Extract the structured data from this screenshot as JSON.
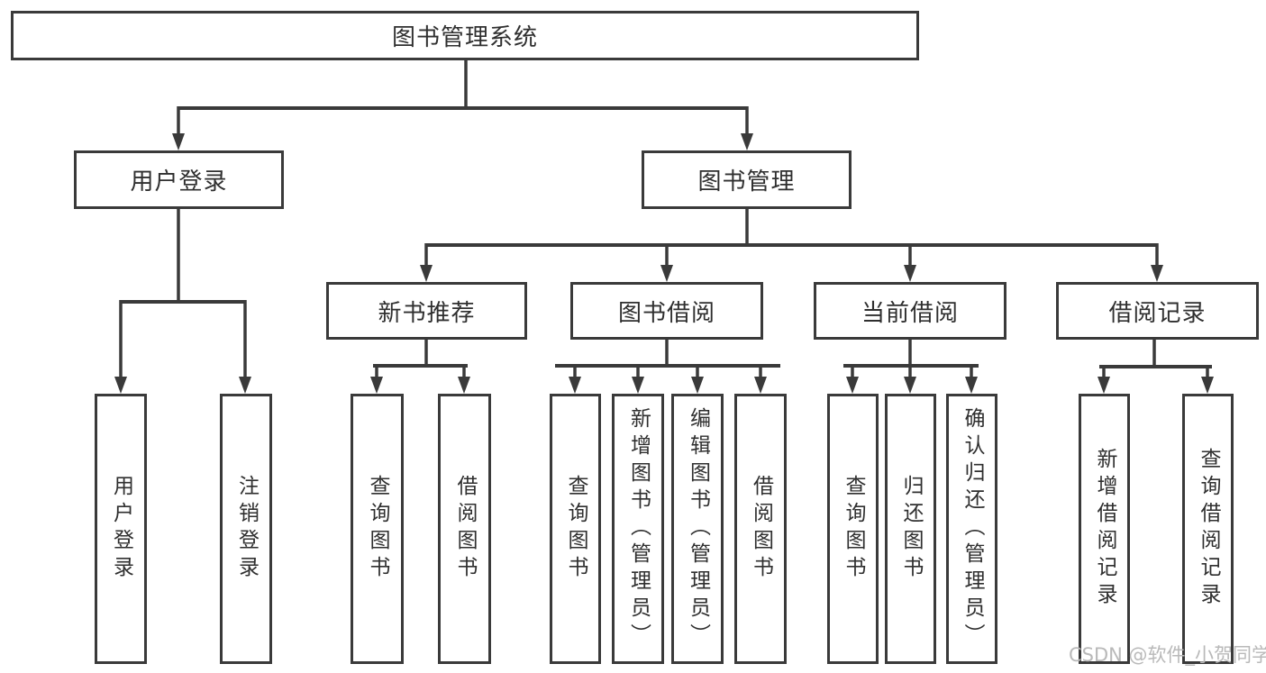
{
  "diagram_title": "图书管理系统",
  "watermark": "CSDN @软件_小贺同学",
  "colors": {
    "line": "#3a3a3a",
    "text": "#2f2f2f",
    "box_fill": "#ffffff",
    "background": "#ffffff",
    "watermark": "#b9b9b9"
  },
  "tree": {
    "root": {
      "label": "图书管理系统"
    },
    "branches": [
      {
        "label": "用户登录",
        "children": [
          {
            "label": "用户登录"
          },
          {
            "label": "注销登录"
          }
        ]
      },
      {
        "label": "图书管理",
        "children": [
          {
            "label": "新书推荐",
            "children": [
              {
                "label": "查询图书"
              },
              {
                "label": "借阅图书"
              }
            ]
          },
          {
            "label": "图书借阅",
            "children": [
              {
                "label": "查询图书"
              },
              {
                "label": "新增图书（管理员）"
              },
              {
                "label": "编辑图书（管理员）"
              },
              {
                "label": "借阅图书"
              }
            ]
          },
          {
            "label": "当前借阅",
            "children": [
              {
                "label": "查询图书"
              },
              {
                "label": "归还图书"
              },
              {
                "label": "确认归还（管理员）"
              }
            ]
          },
          {
            "label": "借阅记录",
            "children": [
              {
                "label": "新增借阅记录"
              },
              {
                "label": "查询借阅记录"
              }
            ]
          }
        ]
      }
    ]
  }
}
